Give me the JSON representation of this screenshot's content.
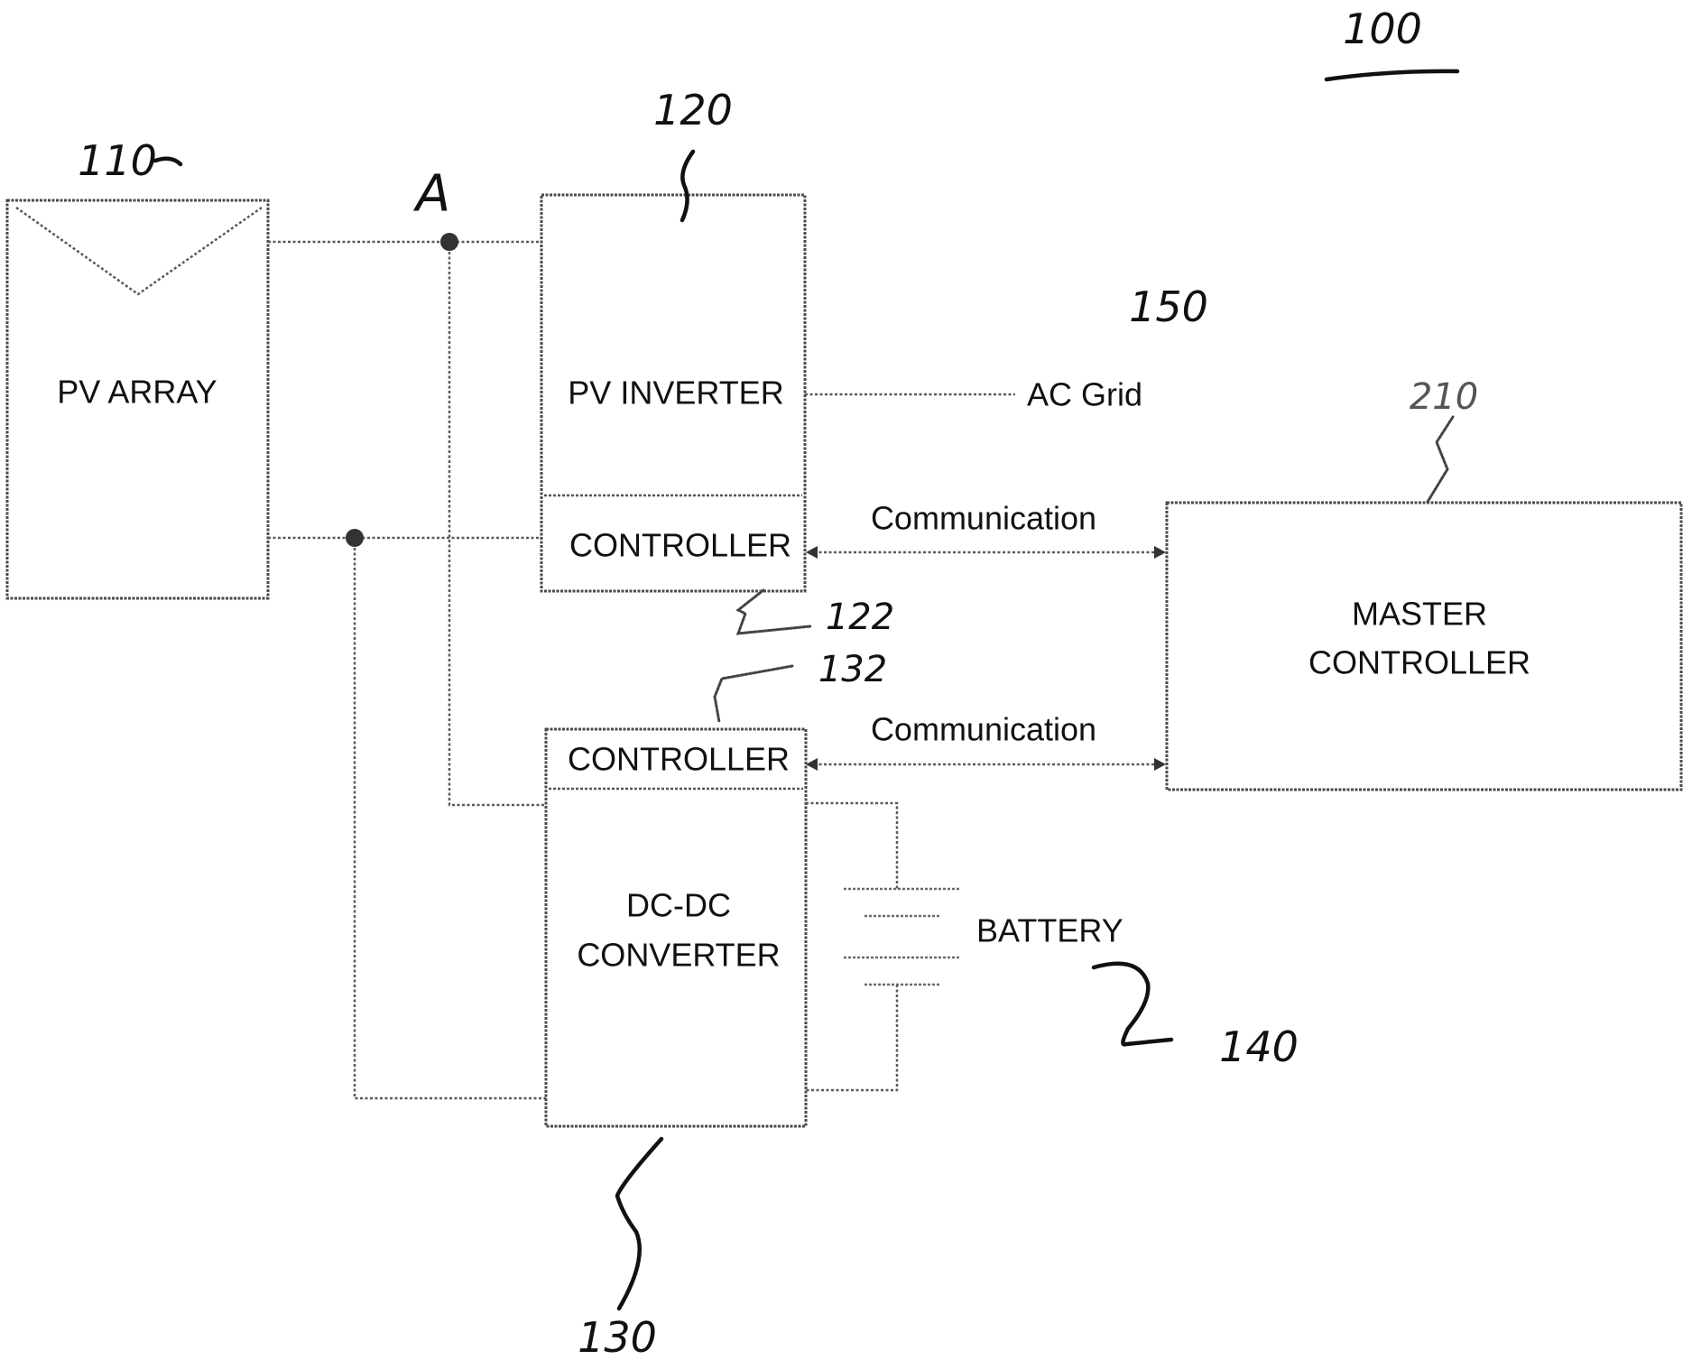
{
  "figure": {
    "reference_number": "100"
  },
  "components": {
    "pv_array": {
      "label": "PV ARRAY",
      "ref": "110"
    },
    "pv_inverter": {
      "label": "PV INVERTER",
      "ref": "120",
      "controller_label": "CONTROLLER",
      "controller_ref": "122"
    },
    "dc_dc_converter": {
      "label_line1": "DC-DC",
      "label_line2": "CONVERTER",
      "ref": "130",
      "controller_label": "CONTROLLER",
      "controller_ref": "132"
    },
    "battery": {
      "label": "BATTERY",
      "ref": "140"
    },
    "ac_grid": {
      "label": "AC Grid",
      "ref": "150"
    },
    "master_controller": {
      "label_line1": "MASTER",
      "label_line2": "CONTROLLER",
      "ref": "210"
    }
  },
  "nodes": {
    "node_a": {
      "label": "A"
    }
  },
  "links": {
    "inverter_comm": {
      "label": "Communication"
    },
    "converter_comm": {
      "label": "Communication"
    }
  },
  "colors": {
    "ink": "#111111",
    "line": "#5a5a5a",
    "background": "#ffffff"
  }
}
